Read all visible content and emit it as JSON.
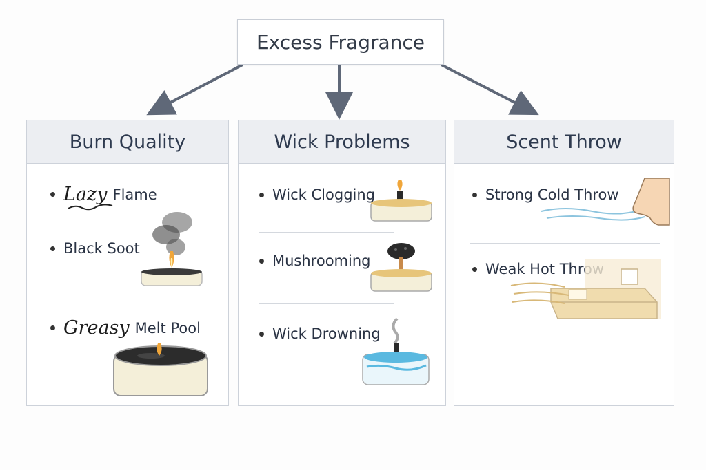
{
  "root": {
    "title": "Excess Fragrance"
  },
  "columns": [
    {
      "title": "Burn Quality",
      "items": [
        {
          "emph": "Lazy",
          "text": "Flame",
          "icon": "wavy-underline"
        },
        {
          "emph": "",
          "text": "Black Soot",
          "icon": "smoking-candle-icon"
        },
        {
          "emph": "Greasy",
          "text": "Melt Pool",
          "icon": "greasy-melt-pool-candle-icon"
        }
      ]
    },
    {
      "title": "Wick Problems",
      "items": [
        {
          "text": "Wick Clogging",
          "icon": "clogged-wick-candle-icon"
        },
        {
          "text": "Mushrooming",
          "icon": "mushroom-wick-candle-icon"
        },
        {
          "text": "Wick Drowning",
          "icon": "drowned-wick-candle-icon"
        }
      ]
    },
    {
      "title": "Scent Throw",
      "items": [
        {
          "text": "Strong Cold Throw",
          "icon": "nose-icon"
        },
        {
          "text": "Weak Hot Throw",
          "icon": "room-bed-icon"
        }
      ]
    }
  ],
  "colors": {
    "arrow": "#5f6878",
    "header_bg": "#eceef2",
    "border": "#cdd2da",
    "flame": "#f0a63a",
    "wax": "#f4efd9",
    "blue_pool": "#5ab9e0"
  }
}
